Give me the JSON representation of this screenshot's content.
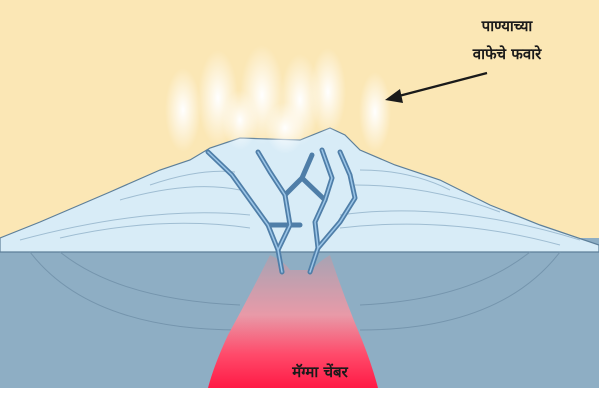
{
  "labels": {
    "vapour_line1": "पाण्याच्या",
    "vapour_line2": "वाफेचे फवारे",
    "magma": "मॅग्मा चेंबर"
  },
  "colors": {
    "sky": "#fbe7b5",
    "mountain": "#d8ecf7",
    "ground": "#8eaec4",
    "vents": "#5d87ad",
    "magma": "#ff2a4f"
  }
}
